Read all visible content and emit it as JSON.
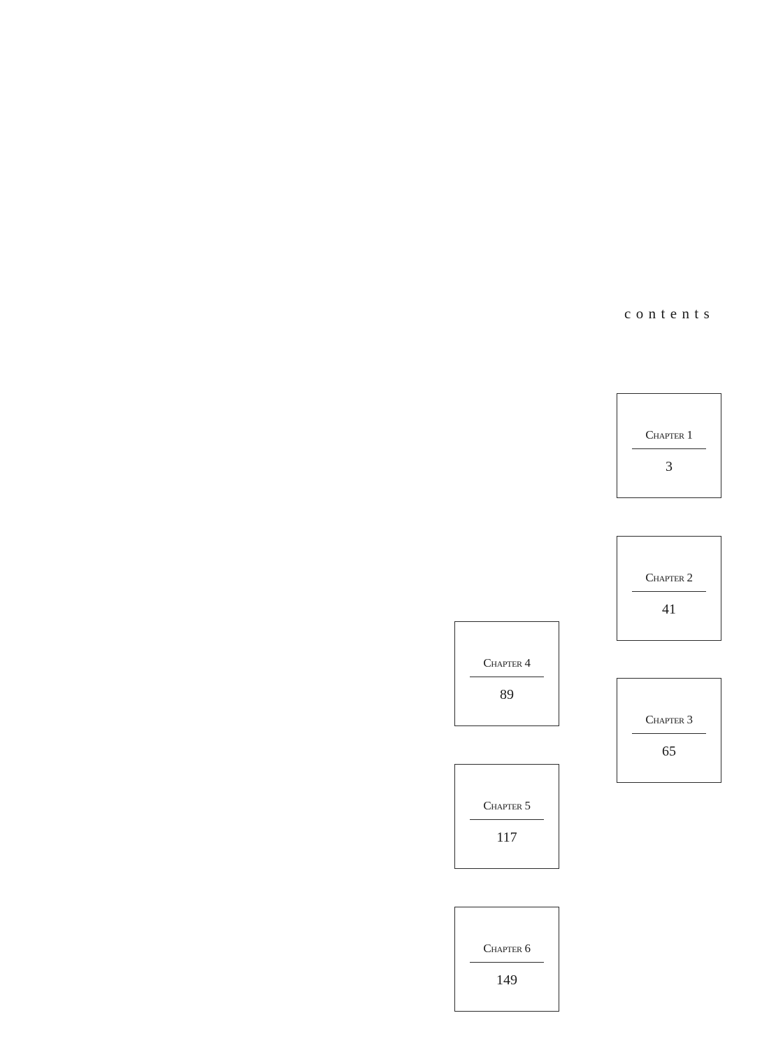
{
  "heading": "contents",
  "chapter_word": "Chapter",
  "chapters": [
    {
      "number": "1",
      "page": "3"
    },
    {
      "number": "2",
      "page": "41"
    },
    {
      "number": "3",
      "page": "65"
    },
    {
      "number": "4",
      "page": "89"
    },
    {
      "number": "5",
      "page": "117"
    },
    {
      "number": "6",
      "page": "149"
    }
  ]
}
